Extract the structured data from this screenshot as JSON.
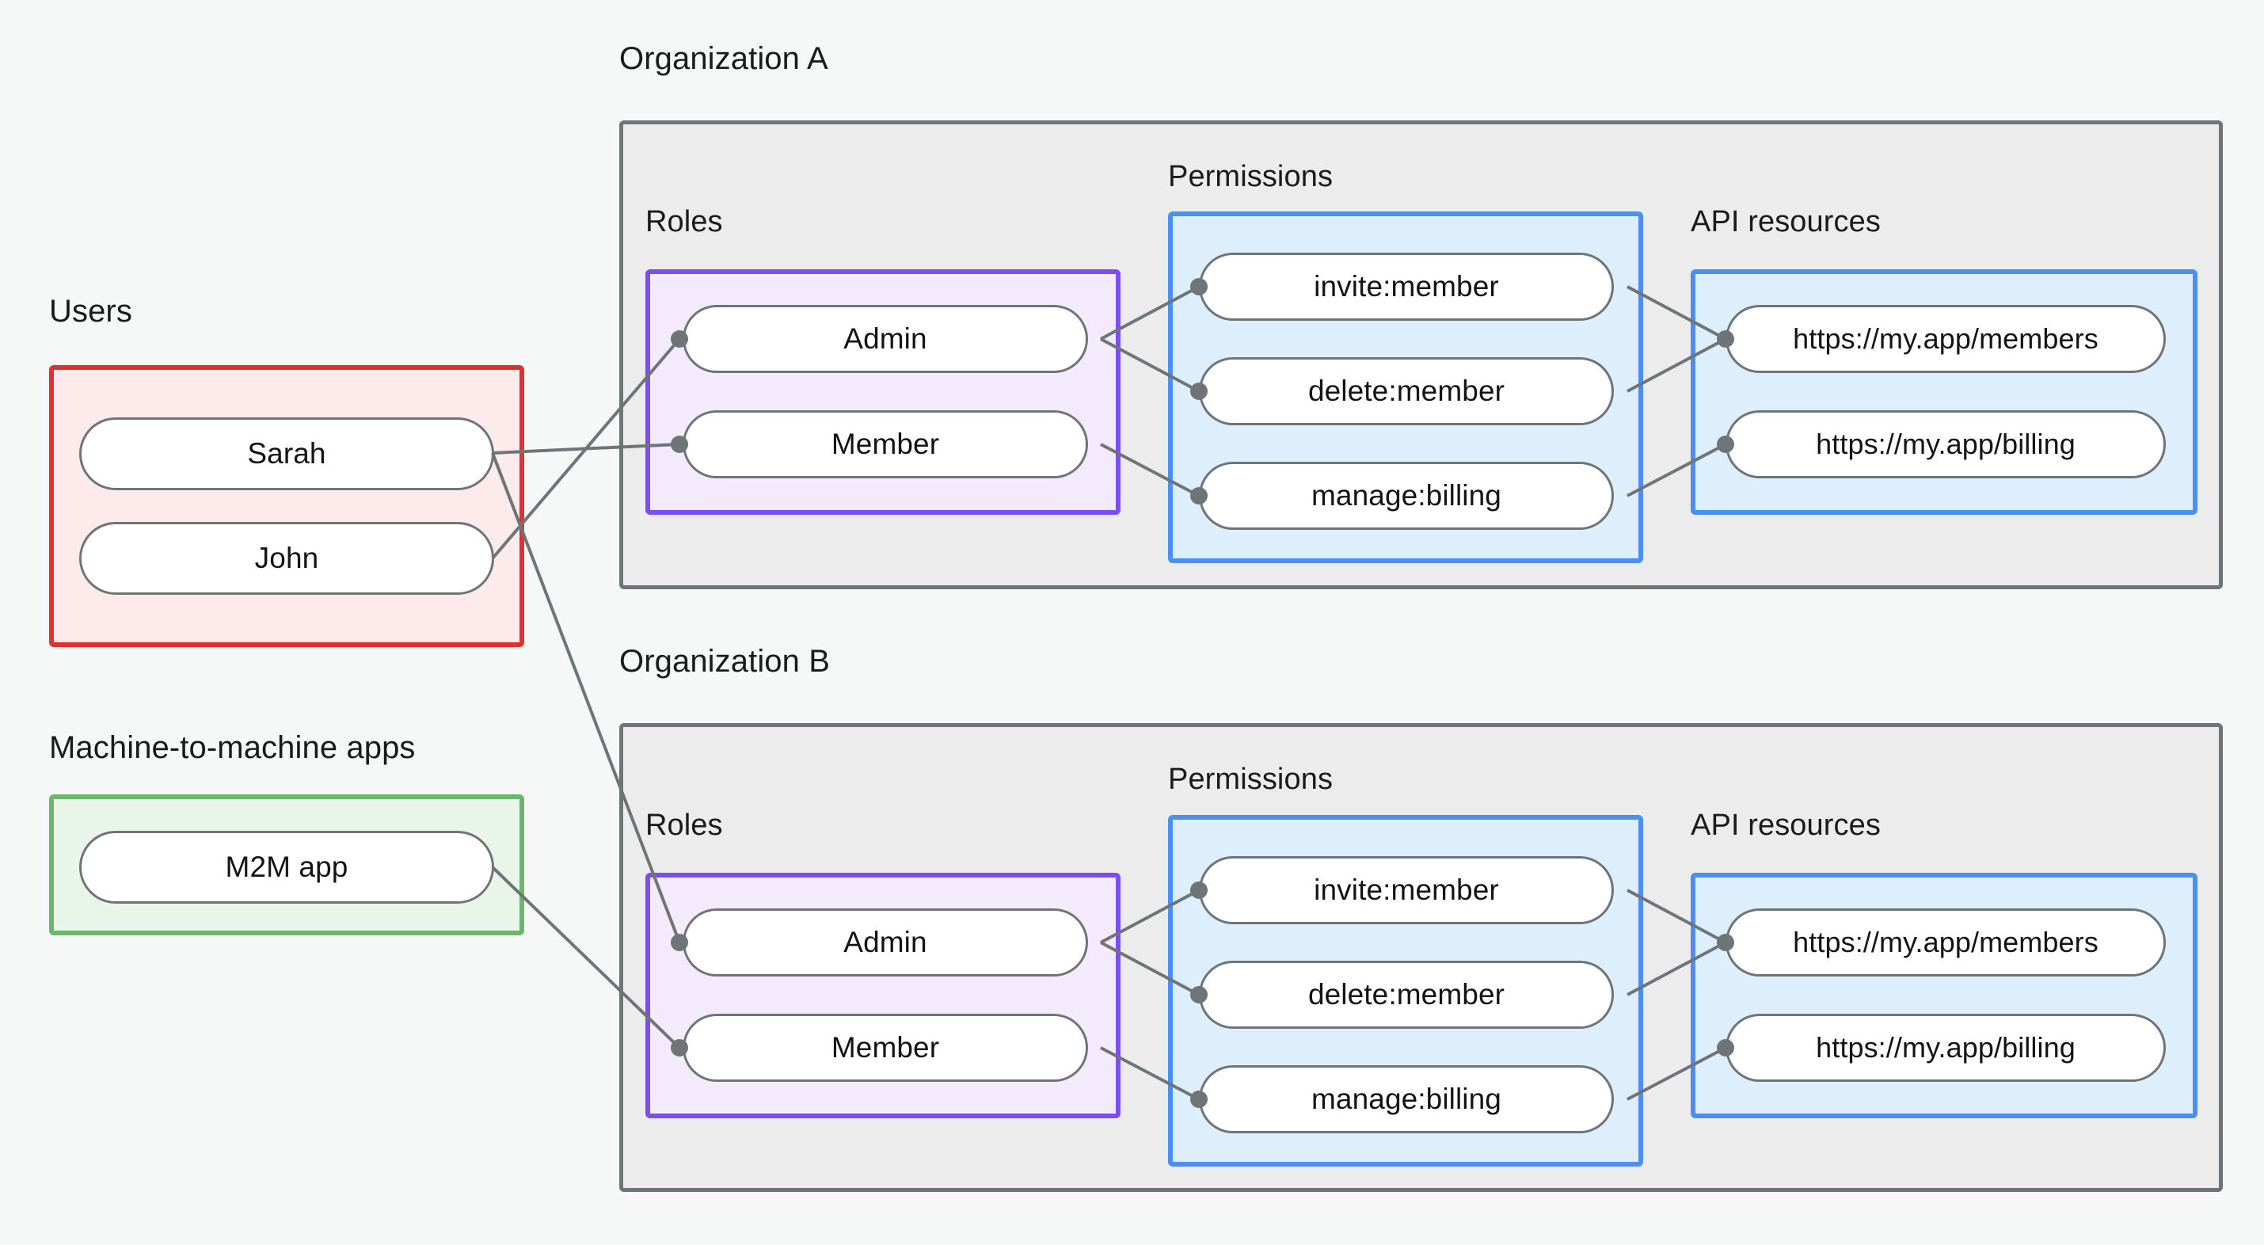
{
  "diagram": {
    "title_labels": {
      "users": "Users",
      "m2m": "Machine-to-machine apps",
      "org_a": "Organization A",
      "org_b": "Organization B"
    },
    "section_labels": {
      "roles": "Roles",
      "permissions": "Permissions",
      "api_resources": "API resources"
    },
    "users": {
      "label": "Users",
      "items": [
        "Sarah",
        "John"
      ]
    },
    "machine_apps": {
      "label": "Machine-to-machine apps",
      "items": [
        "M2M app"
      ]
    },
    "organizations": [
      {
        "name": "Organization A",
        "roles_label": "Roles",
        "roles": [
          "Admin",
          "Member"
        ],
        "permissions_label": "Permissions",
        "permissions": [
          "invite:member",
          "delete:member",
          "manage:billing"
        ],
        "api_resources_label": "API resources",
        "api_resources": [
          "https://my.app/members",
          "https://my.app/billing"
        ]
      },
      {
        "name": "Organization B",
        "roles_label": "Roles",
        "roles": [
          "Admin",
          "Member"
        ],
        "permissions_label": "Permissions",
        "permissions": [
          "invite:member",
          "delete:member",
          "manage:billing"
        ],
        "api_resources_label": "API resources",
        "api_resources": [
          "https://my.app/members",
          "https://my.app/billing"
        ]
      }
    ],
    "connections": [
      {
        "from": "Sarah",
        "to": "Organization A / Member"
      },
      {
        "from": "John",
        "to": "Organization A / Admin"
      },
      {
        "from": "Sarah",
        "to": "Organization B / Admin"
      },
      {
        "from": "M2M app",
        "to": "Organization B / Member"
      },
      {
        "from": "Organization A / Admin",
        "to": "invite:member"
      },
      {
        "from": "Organization A / Admin",
        "to": "delete:member"
      },
      {
        "from": "Organization A / Member",
        "to": "manage:billing"
      },
      {
        "from": "invite:member",
        "to": "https://my.app/members"
      },
      {
        "from": "delete:member",
        "to": "https://my.app/members"
      },
      {
        "from": "manage:billing",
        "to": "https://my.app/billing"
      },
      {
        "from": "Organization B / Admin",
        "to": "invite:member"
      },
      {
        "from": "Organization B / Admin",
        "to": "delete:member"
      },
      {
        "from": "Organization B / Member",
        "to": "manage:billing"
      },
      {
        "from": "invite:member (B)",
        "to": "https://my.app/members (B)"
      },
      {
        "from": "delete:member (B)",
        "to": "https://my.app/members (B)"
      },
      {
        "from": "manage:billing (B)",
        "to": "https://my.app/billing (B)"
      }
    ],
    "colors": {
      "background": "#f6f8f8",
      "org_border": "#6f7577",
      "org_fill": "#ececec",
      "users_border": "#e03131",
      "users_fill": "#fdebeb",
      "m2m_border": "#69b76a",
      "m2m_fill": "#e9f5e9",
      "roles_border": "#7a4ef5",
      "roles_fill": "#f3ebfc",
      "blue_border": "#4b90f0",
      "blue_fill": "#ddeefc",
      "node_border": "#6f7577",
      "node_fill": "#ffffff",
      "connector": "#6f7577"
    }
  }
}
